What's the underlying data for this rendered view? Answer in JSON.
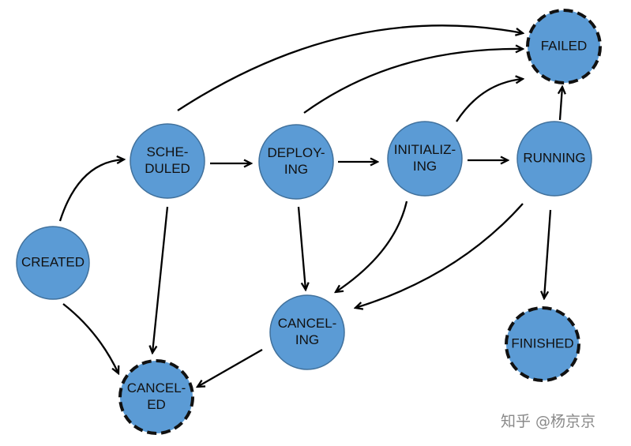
{
  "diagram": {
    "nodes": [
      {
        "id": "created",
        "lines": [
          "CREATED"
        ],
        "terminal": false
      },
      {
        "id": "scheduled",
        "lines": [
          "SCHE-",
          "DULED"
        ],
        "terminal": false
      },
      {
        "id": "deploying",
        "lines": [
          "DEPLOY-",
          "ING"
        ],
        "terminal": false
      },
      {
        "id": "initializing",
        "lines": [
          "INITIALIZ-",
          "ING"
        ],
        "terminal": false
      },
      {
        "id": "running",
        "lines": [
          "RUNNING"
        ],
        "terminal": false
      },
      {
        "id": "failed",
        "lines": [
          "FAILED"
        ],
        "terminal": true
      },
      {
        "id": "finished",
        "lines": [
          "FINISHED"
        ],
        "terminal": true
      },
      {
        "id": "canceling",
        "lines": [
          "CANCEL-",
          "ING"
        ],
        "terminal": false
      },
      {
        "id": "canceled",
        "lines": [
          "CANCEL-",
          "ED"
        ],
        "terminal": true
      }
    ],
    "edges": [
      {
        "from": "created",
        "to": "scheduled"
      },
      {
        "from": "created",
        "to": "canceled"
      },
      {
        "from": "scheduled",
        "to": "deploying"
      },
      {
        "from": "scheduled",
        "to": "failed"
      },
      {
        "from": "scheduled",
        "to": "canceled"
      },
      {
        "from": "deploying",
        "to": "initializing"
      },
      {
        "from": "deploying",
        "to": "failed"
      },
      {
        "from": "deploying",
        "to": "canceling"
      },
      {
        "from": "initializing",
        "to": "running"
      },
      {
        "from": "initializing",
        "to": "failed"
      },
      {
        "from": "initializing",
        "to": "canceling"
      },
      {
        "from": "running",
        "to": "failed"
      },
      {
        "from": "running",
        "to": "finished"
      },
      {
        "from": "running",
        "to": "canceling"
      },
      {
        "from": "canceling",
        "to": "canceled"
      }
    ]
  },
  "watermark": {
    "text": "知乎 @杨京京"
  },
  "colors": {
    "node_fill": "#5b9bd5",
    "node_stroke": "#41719c",
    "terminal_border": "#111111",
    "edge": "#000000"
  }
}
